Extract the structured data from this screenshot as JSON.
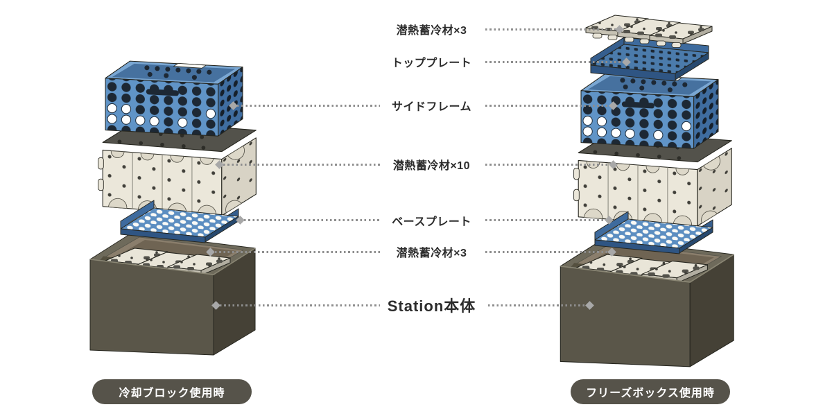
{
  "figure": {
    "type": "exploded-parts-diagram",
    "callouts": [
      {
        "text": "潜熱蓄冷材×3",
        "connects": "right"
      },
      {
        "text": "トッププレート",
        "connects": "right"
      },
      {
        "text": "サイドフレーム",
        "connects": "both"
      },
      {
        "text": "潜熱蓄冷材×10",
        "connects": "both"
      },
      {
        "text": "ベースプレート",
        "connects": "both"
      },
      {
        "text": "潜熱蓄冷材×3",
        "connects": "both"
      },
      {
        "text": "Station本体",
        "connects": "both"
      }
    ],
    "captions": {
      "left": "冷却ブロック使用時",
      "right": "フリーズボックス使用時"
    }
  },
  "colors": {
    "bg": "#ffffff",
    "label": "#2c2c2c",
    "dotted": "#8e8e8e",
    "diamond": "#a8a8a8",
    "badgeBg": "#56534a",
    "badgeText": "#ffffff",
    "ink": "#26261f",
    "blueTop": "#7aa7d3",
    "blueFront": "#6094c7",
    "blueSide": "#3f6da0",
    "blueInner": "#46719f",
    "holeDark": "#1d2834",
    "holeDark2": "#16202b",
    "blueTray": "#5c8ec1",
    "blueTopTray": "#4b7bab",
    "blueEdge": "#2f5583",
    "blueEdgeDark": "#27496f",
    "blueWall": "#3e6b9e",
    "blueWallDark": "#355e8e",
    "cream": "#ebe7da",
    "creamSide": "#d8d3c5",
    "creamTop": "#e9e5d8",
    "creamShade": "#ddd8c9",
    "slabEdge": "#c6c2b4",
    "slabEdge2": "#b2aea1",
    "frameDark": "#53524b",
    "dotInk": "#41403a",
    "stationTop": "#6e6a5b",
    "stationFront": "#5a5649",
    "stationSide": "#454136",
    "cavityTan": "#8a7e6c",
    "cavityFloor": "#6f6453",
    "cavityDark": "#55503f"
  }
}
